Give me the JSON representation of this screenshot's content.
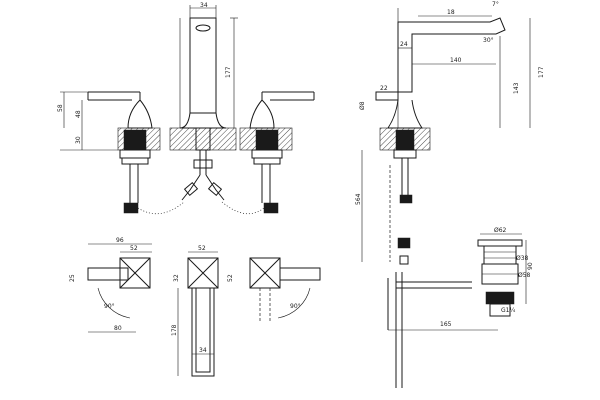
{
  "front_view": {
    "height_handle_total": "58",
    "height_handle": "48",
    "depth_below": "30",
    "spout_width": "34",
    "spout_height": "177"
  },
  "side_view": {
    "spout_tip": "18",
    "angle_a": "7°",
    "angle_b": "30°",
    "neck": "24",
    "reach": "140",
    "spout_clearance": "143",
    "total_height": "177",
    "handle_offset": "22",
    "base_dia": "Ø8",
    "hose_length": "564"
  },
  "top_view": {
    "handle_span": "96",
    "handle_base": "52",
    "handle_depth": "25",
    "rotation": "90°",
    "hole_spacing": "80",
    "spout_base": "52",
    "spout_depth": "32",
    "spout_side": "52",
    "spout_length": "178",
    "spout_thickness": "34",
    "right_handle_rotation": "90°"
  },
  "waste": {
    "dia_top": "Ø62",
    "dia_mid": "Ø38",
    "dia_body": "Ø58",
    "height": "90",
    "rod_reach": "165",
    "thread": "G1¼"
  }
}
